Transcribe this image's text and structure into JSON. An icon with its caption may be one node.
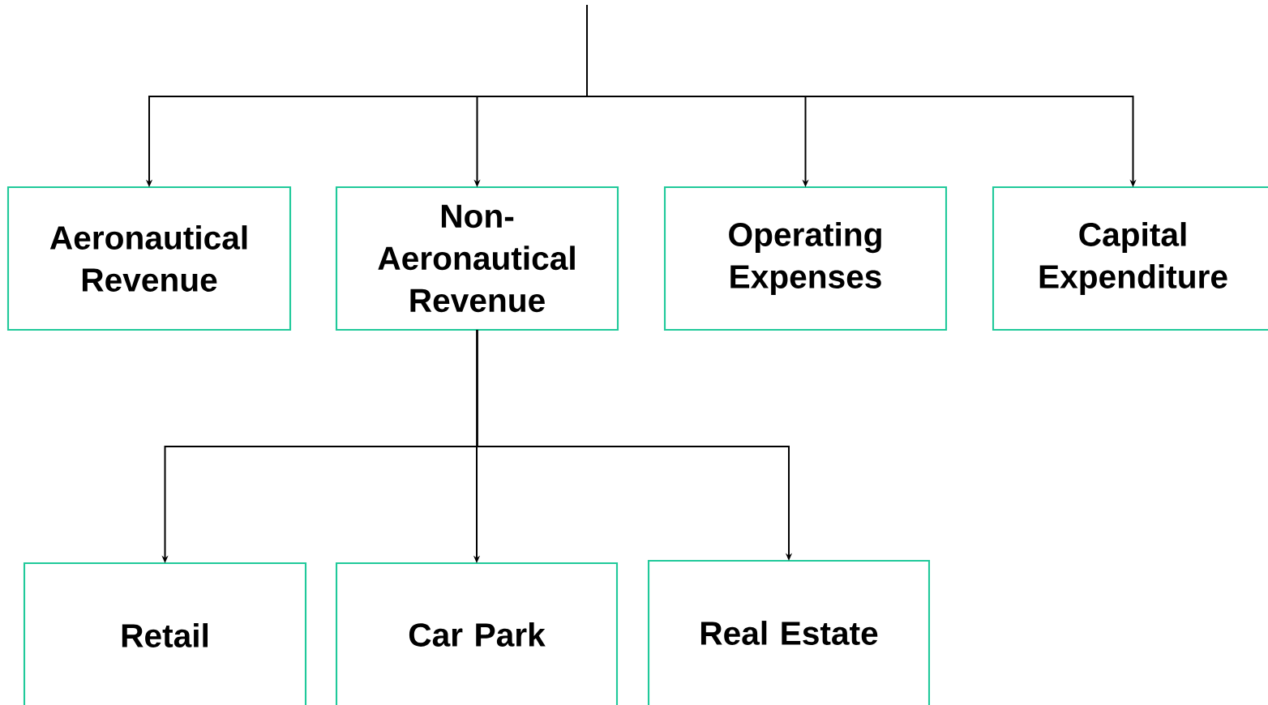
{
  "diagram": {
    "nodes": [
      {
        "text": [
          "Aeronautical Revenue"
        ]
      },
      {
        "text": [
          "Non-Aeronautical Revenue"
        ]
      },
      {
        "text": [
          "Operating Expenses"
        ]
      },
      {
        "text": [
          "Capital Expenditure"
        ]
      },
      {
        "text": [
          "Retail"
        ]
      },
      {
        "text": [
          "Car Park"
        ]
      },
      {
        "text": [
          "Real Estate"
        ]
      }
    ],
    "edges": [
      {
        "from": null,
        "to": 0,
        "arrow": "to"
      },
      {
        "from": null,
        "to": 1,
        "arrow": "to"
      },
      {
        "from": null,
        "to": 2,
        "arrow": "to"
      },
      {
        "from": null,
        "to": 3,
        "arrow": "to"
      },
      {
        "from": 1,
        "to": 4,
        "arrow": "to"
      },
      {
        "from": 1,
        "to": 5,
        "arrow": "to"
      },
      {
        "from": 1,
        "to": 6,
        "arrow": "to"
      }
    ]
  }
}
